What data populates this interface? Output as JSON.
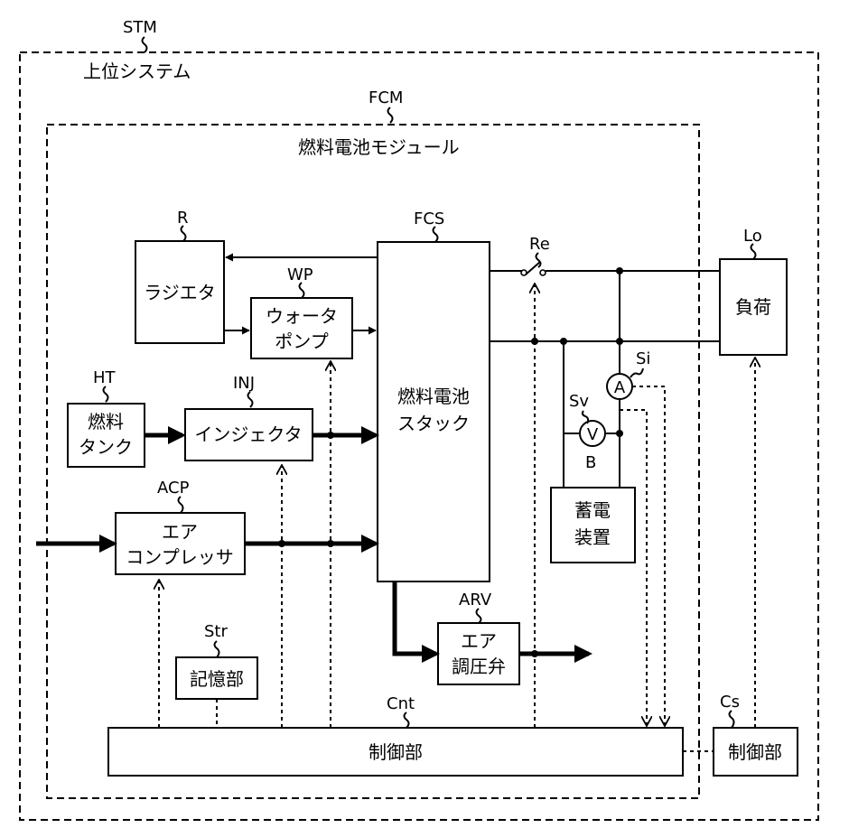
{
  "labels": {
    "stm": "STM",
    "system": "上位システム",
    "fcm": "FCM",
    "module": "燃料電池モジュール",
    "r": "R",
    "wp": "WP",
    "fcs": "FCS",
    "re": "Re",
    "lo": "Lo",
    "ht": "HT",
    "inj": "INJ",
    "si": "Si",
    "sv": "Sv",
    "b": "B",
    "acp": "ACP",
    "arv": "ARV",
    "str": "Str",
    "cnt": "Cnt",
    "cs": "Cs",
    "ammeter": "A",
    "voltmeter": "V"
  },
  "boxes": {
    "radiator": [
      "ラジエタ"
    ],
    "water_pump": [
      "ウォータ",
      "ポンプ"
    ],
    "stack": [
      "燃料電池",
      "スタック"
    ],
    "load": [
      "負荷"
    ],
    "tank": [
      "燃料",
      "タンク"
    ],
    "injector": [
      "インジェクタ"
    ],
    "battery": [
      "蓄電",
      "装置"
    ],
    "compressor": [
      "エア",
      "コンプレッサ"
    ],
    "valve": [
      "エア",
      "調圧弁"
    ],
    "storage": [
      "記憶部"
    ],
    "controller": [
      "制御部"
    ],
    "upper_controller": [
      "制御部"
    ]
  }
}
